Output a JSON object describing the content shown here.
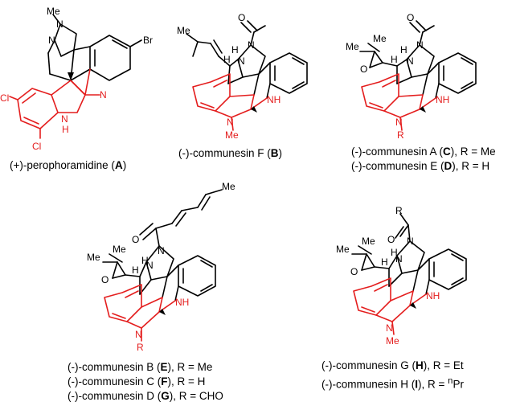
{
  "compounds": [
    {
      "name_pre": "(+)-perophoramidine (",
      "id": "A",
      "name_post": ")",
      "atoms": {
        "n_me_top": "Me",
        "n_top": "N",
        "n_imine": "N",
        "n_pyridine": "N",
        "n_h": "N",
        "h": "H",
        "br": "Br",
        "cl1": "Cl",
        "cl2": "Cl"
      }
    },
    {
      "name_pre": "(-)-communesin F (",
      "id": "B",
      "name_post": ")",
      "atoms": {
        "o": "O",
        "me_allyl": "Me",
        "n_amide": "N",
        "n_aminal": "N",
        "h1": "H",
        "h2": "H",
        "nh": "NH",
        "n_me": "N",
        "me": "Me"
      }
    },
    {
      "name_pre": "(-)-communesin A (",
      "id": "C",
      "name_post": "), R = Me",
      "atoms": {
        "o": "O",
        "me1": "Me",
        "me2": "Me",
        "o_epox": "O",
        "n_amide": "N",
        "n_aminal": "N",
        "h1": "H",
        "h2": "H",
        "nh": "NH",
        "n_r": "N",
        "r": "R"
      }
    },
    {
      "name_pre": "(-)-communesin E (",
      "id": "D",
      "name_post": "), R = H"
    },
    {
      "name_pre": "(-)-communesin B (",
      "id": "E",
      "name_post": "), R = Me",
      "atoms": {
        "me_chain": "Me",
        "o": "O",
        "me1": "Me",
        "me2": "Me",
        "o_epox": "O",
        "n_amide": "N",
        "n_aminal": "N",
        "h1": "H",
        "h2": "H",
        "nh": "NH",
        "n_r": "N",
        "r": "R"
      }
    },
    {
      "name_pre": "(-)-communesin C (",
      "id": "F",
      "name_post": "), R = H"
    },
    {
      "name_pre": "(-)-communesin D (",
      "id": "G",
      "name_post": "), R = CHO"
    },
    {
      "name_pre": "(-)-communesin G (",
      "id": "H",
      "name_post": "), R = Et",
      "atoms": {
        "r": "R",
        "o": "O",
        "me1": "Me",
        "me2": "Me",
        "o_epox": "O",
        "n_amide": "N",
        "n_aminal": "N",
        "h1": "H",
        "h2": "H",
        "nh": "NH",
        "n_me": "N",
        "me": "Me"
      }
    },
    {
      "name_pre": "(-)-communesin H (",
      "id": "I",
      "name_post": "), R = ",
      "sup": "n",
      "name_tail": "Pr"
    }
  ]
}
